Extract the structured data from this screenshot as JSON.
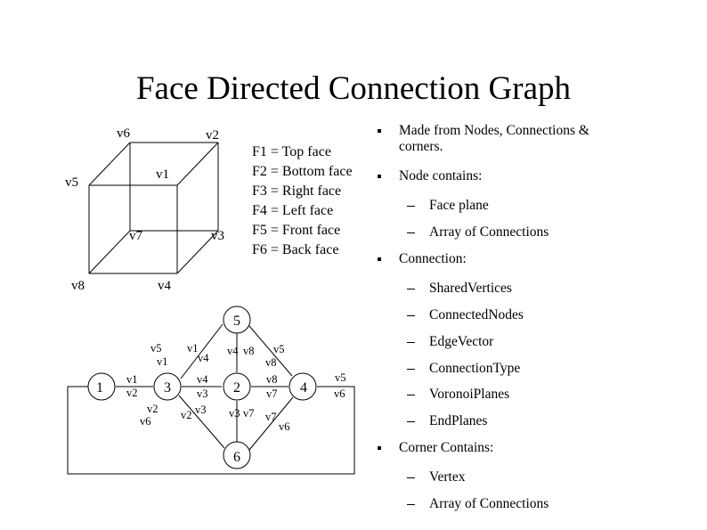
{
  "title": "Face Directed Connection Graph",
  "cube": {
    "labels": {
      "v1": "v1",
      "v2": "v2",
      "v3": "v3",
      "v4": "v4",
      "v5": "v5",
      "v6": "v6",
      "v7": "v7",
      "v8": "v8"
    }
  },
  "faces_legend": [
    "F1 = Top face",
    "F2 = Bottom face",
    "F3 = Right face",
    "F4 = Left face",
    "F5 = Front face",
    "F6 = Back face"
  ],
  "graph": {
    "nodes": {
      "n1": "1",
      "n2": "2",
      "n3": "3",
      "n4": "4",
      "n5": "5",
      "n6": "6"
    },
    "edge_labels": {
      "e13_top": "v1",
      "e13_bot": "v2",
      "e35_a": "v5",
      "e35_b": "v1",
      "e36_a": "v2",
      "e36_b": "v6",
      "e52_a": "v1",
      "e52_b": "v4",
      "e32_a": "v4",
      "e32_b": "v3",
      "e62_a": "v2",
      "e62_b": "v3",
      "e25_a": "v4",
      "e25_b": "v8",
      "e54_a": "v5",
      "e54_b": "v8",
      "e24_a": "v8",
      "e24_b": "v7",
      "e26_a": "v3",
      "e26_b": "v7",
      "e46_a": "v7",
      "e46_b": "v6",
      "e4o_a": "v5",
      "e4o_b": "v6"
    }
  },
  "bullets": {
    "made_from_1": "Made from Nodes, Connections &",
    "made_from_2": "corners.",
    "node_contains": "Node contains:",
    "face_plane": "Face plane",
    "array_connections_1": "Array of Connections",
    "connection": "Connection:",
    "shared_vertices": "SharedVertices",
    "connected_nodes": "ConnectedNodes",
    "edge_vector": "EdgeVector",
    "connection_type": "ConnectionType",
    "voronoi_planes": "VoronoiPlanes",
    "end_planes": "EndPlanes",
    "corner_contains": "Corner Contains:",
    "vertex": "Vertex",
    "array_connections_2": "Array of Connections"
  }
}
